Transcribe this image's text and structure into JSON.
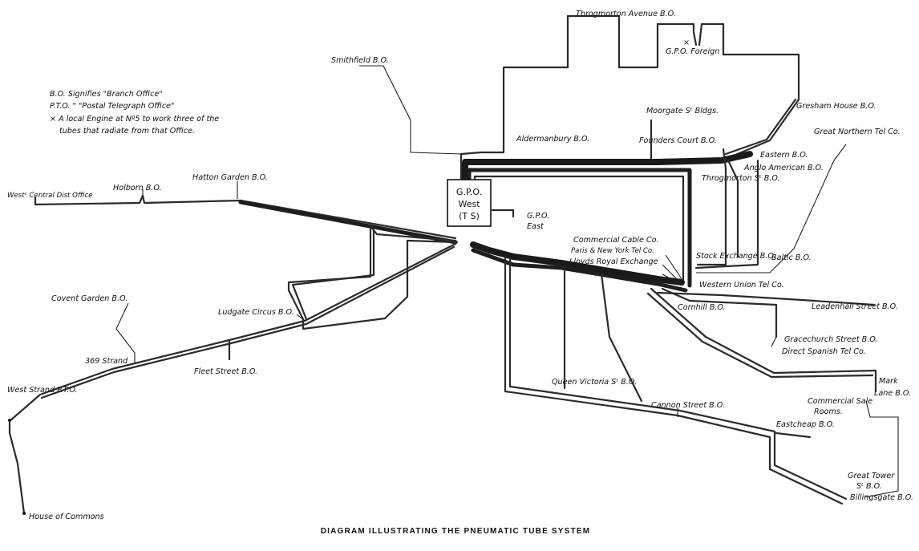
{
  "caption": "DIAGRAM ILLUSTRATING THE PNEUMATIC TUBE SYSTEM",
  "legend": {
    "line1": "B.O. Signifies \"Branch Office\"",
    "line2": "P.T.O.    \"    \"Postal Telegraph Office\"",
    "line3": "× A local Engine at Nº5 to work three of the",
    "line4": "tubes that radiate from that Office."
  },
  "hub": {
    "line1": "G.P.O.",
    "line2": "West",
    "line3": "(T S)"
  },
  "stations": {
    "throgmorton_avenue": "Throgmorton Avenue B.O.",
    "gpo_foreign": "G.P.O. Foreign",
    "smithfield": "Smithfield B.O.",
    "moorgate": "Moorgate Sᵗ Bldgs.",
    "gresham_house": "Gresham House B.O.",
    "great_northern": "Great Northern Tel Co.",
    "aldermanbury": "Aldermanbury B.O.",
    "founders_court": "Founders Court B.O.",
    "eastern": "Eastern B.O.",
    "anglo_american": "Anglo American B.O.",
    "throgmorton_st": "Throgmorton Sᵗ B.O.",
    "hatton_garden": "Hatton Garden B.O.",
    "holborn": "Holborn B.O.",
    "west_central": "Westᶜ Central Dist Office",
    "gpo_east_1": "G.P.O.",
    "gpo_east_2": "East",
    "commercial_cable": "Commercial Cable Co.",
    "paris_new_york": "Paris & New York Tel Co.",
    "lloyds": "Lloyds Royal Exchange",
    "stock_exchange": "Stock Exchange B.O.",
    "baltic": "Baltic B.O.",
    "western_union": "Western Union Tel Co.",
    "cornhill": "Cornhill B.O.",
    "leadenhall": "Leadenhall Street B.O.",
    "gracechurch": "Gracechurch Street B.O.",
    "direct_spanish": "Direct Spanish Tel Co.",
    "covent_garden": "Covent Garden B.O.",
    "ludgate": "Ludgate Circus B.O.",
    "strand_369": "369 Strand",
    "fleet_street": "Fleet Street B.O.",
    "west_strand": "West Strand P.T.O.",
    "house_of_commons": "House of Commons",
    "queen_victoria": "Queen Victoria Sᵗ B.O.",
    "cannon_street": "Cannon Street B.O.",
    "mark_lane_1": "Mark",
    "mark_lane_2": "Lane B.O.",
    "commercial_sale_1": "Commercial Sale",
    "commercial_sale_2": "Rooms.",
    "eastcheap": "Eastcheap B.O.",
    "great_tower_1": "Great Tower",
    "great_tower_2": "Sᵗ B.O.",
    "billingsgate": "Billingsgate B.O."
  },
  "markers": {
    "local_engine": "×"
  }
}
